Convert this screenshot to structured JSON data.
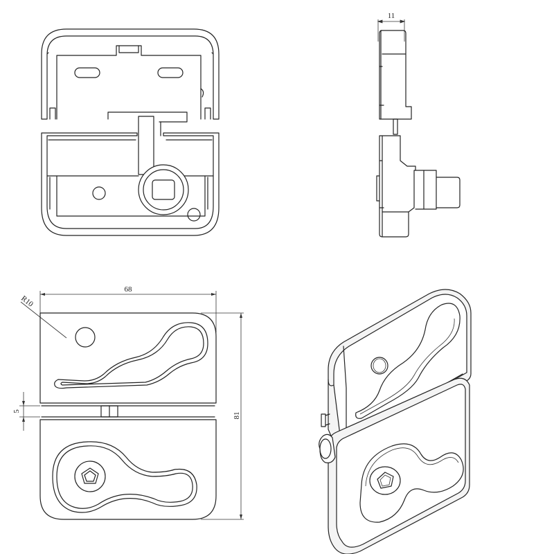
{
  "dimensions": {
    "thickness": "11",
    "width": "68",
    "gap": "5",
    "height": "81",
    "corner_radius": "R10"
  },
  "colors": {
    "stroke": "#222222",
    "background": "#ffffff"
  }
}
